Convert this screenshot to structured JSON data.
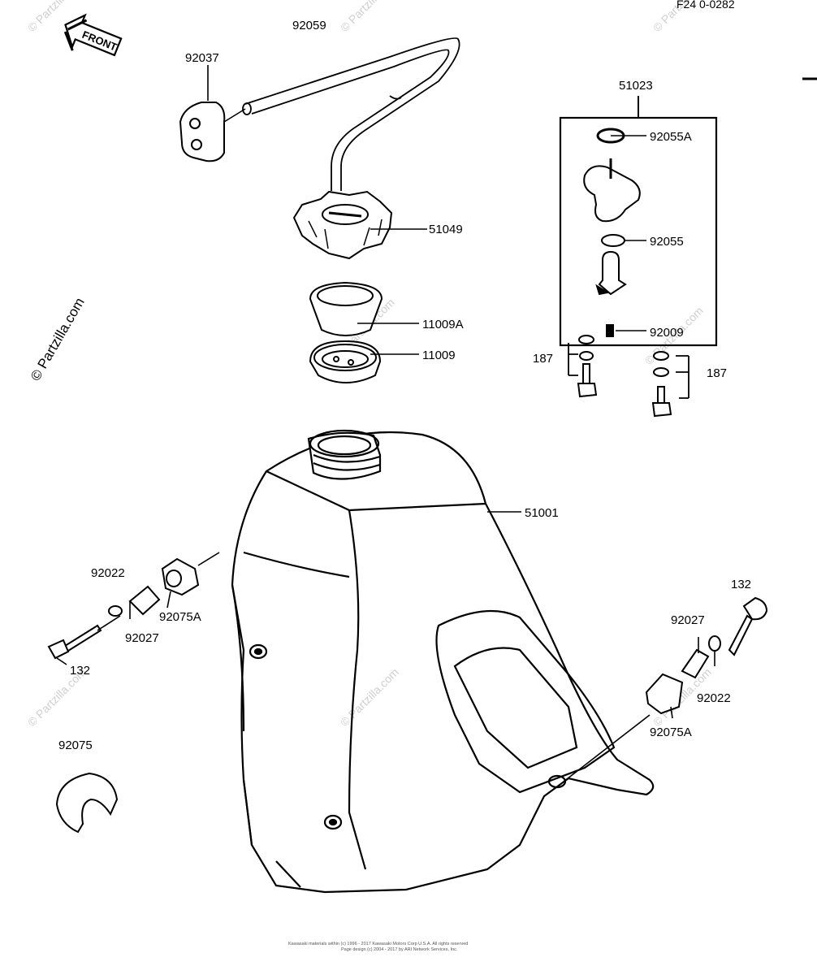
{
  "diagram": {
    "figure_code": "F24 0-0282",
    "front_arrow_text": "FRONT",
    "watermark": "© Partzilla.com",
    "footer": {
      "line1": "Kawasaki materials within (c) 1996 - 2017 Kawasaki Motors Corp U.S.A. All rights reserved",
      "line2": "Page design (c) 2004 - 2017 by ARI Network Services, Inc."
    },
    "parts": [
      {
        "id": "92059",
        "label": "92059"
      },
      {
        "id": "92037",
        "label": "92037"
      },
      {
        "id": "51023",
        "label": "51023"
      },
      {
        "id": "92055A",
        "label": "92055A"
      },
      {
        "id": "51049",
        "label": "51049"
      },
      {
        "id": "92055",
        "label": "92055"
      },
      {
        "id": "11009A",
        "label": "11009A"
      },
      {
        "id": "92009",
        "label": "92009"
      },
      {
        "id": "11009",
        "label": "11009"
      },
      {
        "id": "187-left",
        "label": "187"
      },
      {
        "id": "187-right",
        "label": "187"
      },
      {
        "id": "51001",
        "label": "51001"
      },
      {
        "id": "92022-left",
        "label": "92022"
      },
      {
        "id": "92075A-left",
        "label": "92075A"
      },
      {
        "id": "92027-left",
        "label": "92027"
      },
      {
        "id": "132-left",
        "label": "132"
      },
      {
        "id": "132-right",
        "label": "132"
      },
      {
        "id": "92027-right",
        "label": "92027"
      },
      {
        "id": "92022-right",
        "label": "92022"
      },
      {
        "id": "92075A-right",
        "label": "92075A"
      },
      {
        "id": "92075",
        "label": "92075"
      }
    ]
  }
}
